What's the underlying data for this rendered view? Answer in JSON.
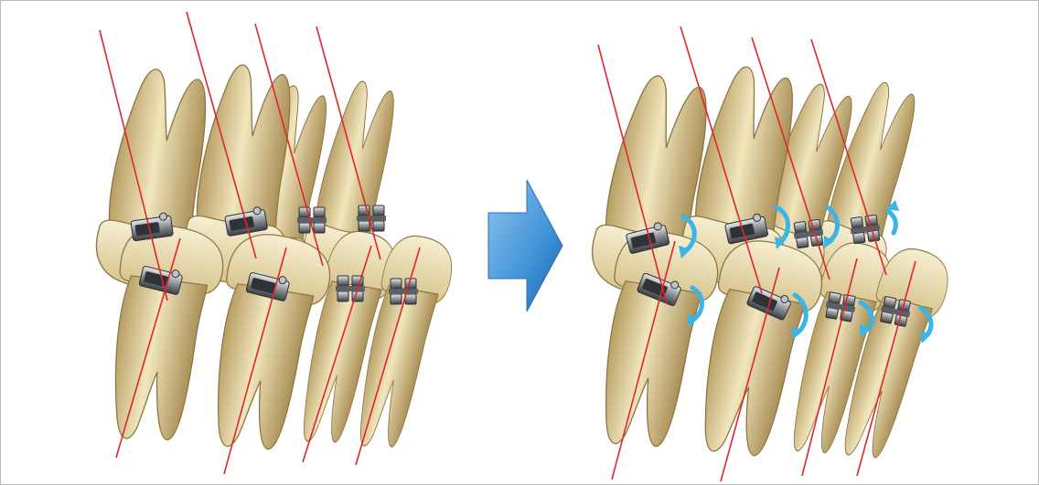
{
  "figure": {
    "panels": [
      {
        "id": "before",
        "state": "teeth with brackets, axes tilted"
      },
      {
        "id": "after",
        "state": "teeth with brackets, rotation arrows applied"
      }
    ],
    "colors": {
      "tooth_light": "#f3ebc9",
      "tooth_mid": "#d9c48d",
      "tooth_dark": "#a98e55",
      "axis_line": "#e0262a",
      "arrow_blue": "#3f93d8",
      "rotation_arrow": "#39b5e6",
      "bracket_metal": "#8a8f96"
    },
    "icons": [
      "transition-arrow-icon",
      "rotation-arrow-icon",
      "bracket-icon"
    ]
  }
}
